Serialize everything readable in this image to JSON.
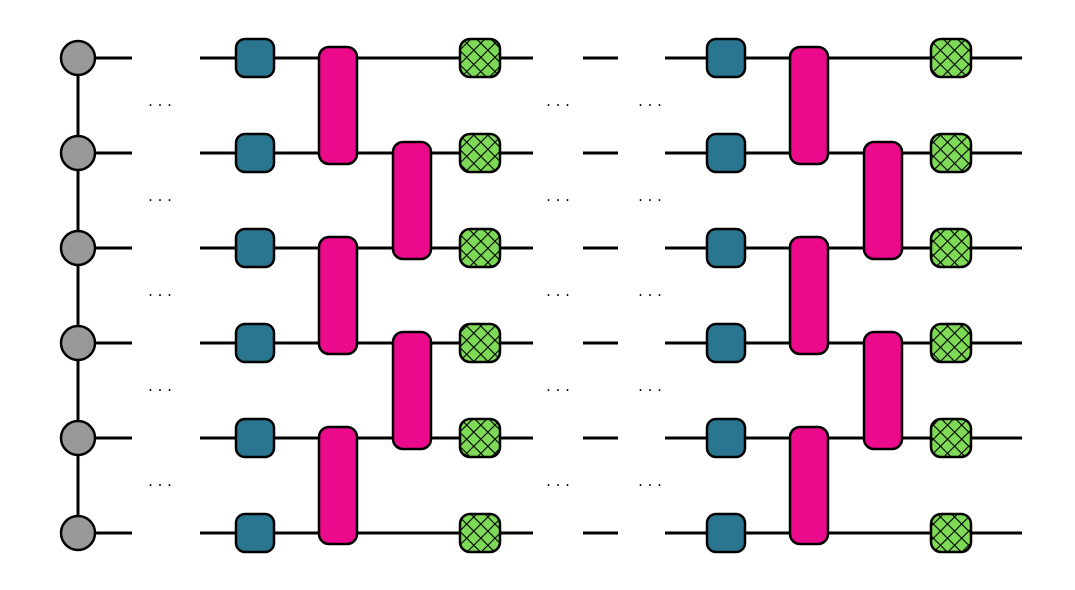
{
  "diagram": {
    "kind": "tensor-network-circuit",
    "qubit_count": 6,
    "colors": {
      "node": "#999999",
      "single_gate": "#2a7690",
      "two_qubit_gate": "#ec0a8c",
      "measure_gate": "#7ed957",
      "wire": "#000000",
      "ellipsis": "#000000"
    },
    "icons": {
      "node": "circle-node-icon",
      "single_gate": "rounded-square-gate-icon",
      "two_qubit_gate": "tall-rounded-gate-icon",
      "measure_gate": "crosshatch-gate-icon",
      "ellipsis": "ellipsis-icon"
    },
    "ellipsis_text": "· · ·",
    "layers": [
      {
        "name": "layer-1",
        "single_gates_on": [
          0,
          1,
          2,
          3,
          4,
          5
        ],
        "two_qubit_gates_even": [
          [
            0,
            1
          ],
          [
            2,
            3
          ],
          [
            4,
            5
          ]
        ],
        "two_qubit_gates_odd": [
          [
            1,
            2
          ],
          [
            3,
            4
          ]
        ],
        "measure_gates_on": [
          0,
          1,
          2,
          3,
          4,
          5
        ]
      },
      {
        "name": "layer-2",
        "single_gates_on": [
          0,
          1,
          2,
          3,
          4,
          5
        ],
        "two_qubit_gates_even": [
          [
            0,
            1
          ],
          [
            2,
            3
          ],
          [
            4,
            5
          ]
        ],
        "two_qubit_gates_odd": [
          [
            1,
            2
          ],
          [
            3,
            4
          ]
        ],
        "measure_gates_on": [
          0,
          1,
          2,
          3,
          4,
          5
        ]
      }
    ]
  }
}
